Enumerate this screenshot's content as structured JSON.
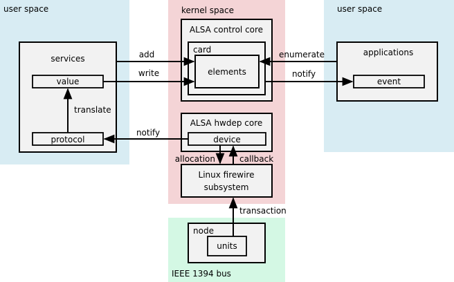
{
  "regions": {
    "user_space_left": "user space",
    "kernel_space": "kernel space",
    "user_space_right": "user space",
    "bus": "IEEE 1394 bus"
  },
  "blocks": {
    "services": "services",
    "value": "value",
    "protocol": "protocol",
    "translate": "translate",
    "control_core": "ALSA control core",
    "card": "card",
    "elements": "elements",
    "hwdep_core": "ALSA hwdep core",
    "device": "device",
    "firewire_line1": "Linux firewire",
    "firewire_line2": "subsystem",
    "applications": "applications",
    "event": "event",
    "node": "node",
    "units": "units"
  },
  "arrows": {
    "add": "add",
    "write": "write",
    "enumerate": "enumerate",
    "notify_app": "notify",
    "notify_protocol": "notify",
    "allocation": "allocation",
    "callback": "callback",
    "transaction": "transaction"
  },
  "colors": {
    "user_space": "#d8ecf3",
    "kernel_space": "#f4d4d6",
    "bus": "#d4f8e4",
    "box_fill": "#f2f2f2",
    "stroke": "#000000"
  }
}
